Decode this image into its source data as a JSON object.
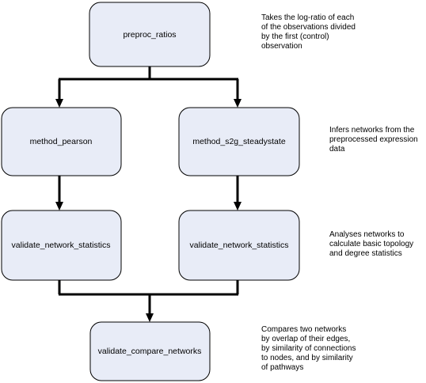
{
  "nodes": {
    "preproc": "preproc_ratios",
    "pearson": "method_pearson",
    "s2g": "method_s2g_steadystate",
    "validate_left": "validate_network_statistics",
    "validate_right": "validate_network_statistics",
    "compare": "validate_compare_networks"
  },
  "notes": {
    "preproc": [
      "Takes the log-ratio of each",
      "of the observations divided",
      "by the first (control)",
      "observation"
    ],
    "methods": [
      "Infers networks from the",
      "preprocessed expression",
      "data"
    ],
    "validate": [
      "Analyses networks to",
      "calculate basic topology",
      "and degree statistics"
    ],
    "compare": [
      "Compares two networks",
      "by overlap of their edges,",
      "by similarity of connections",
      "to nodes, and by similarity",
      "of pathways"
    ]
  }
}
